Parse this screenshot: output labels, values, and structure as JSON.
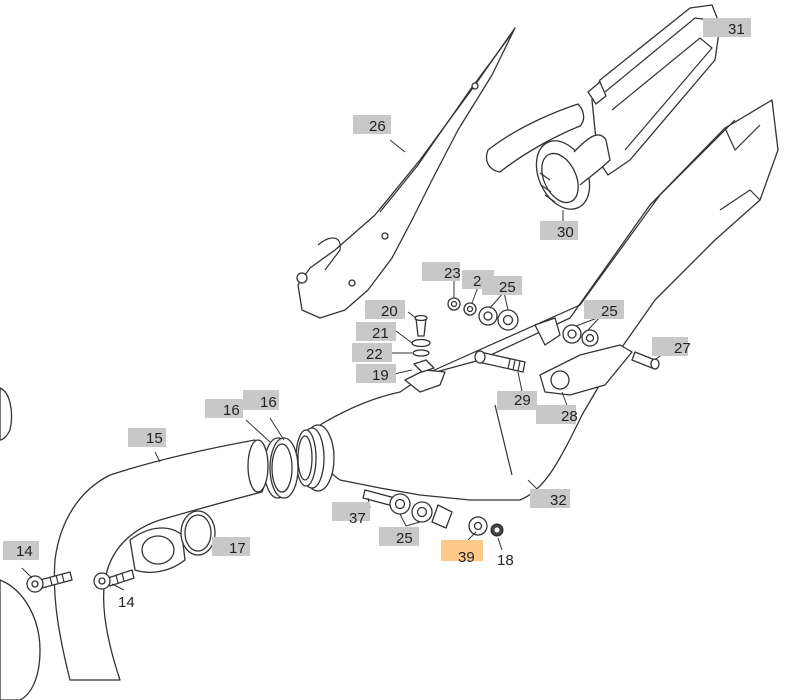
{
  "callouts": {
    "c14a": "14",
    "c14b": "14",
    "c15": "15",
    "c16a": "16",
    "c16b": "16",
    "c17": "17",
    "c18": "18",
    "c19": "19",
    "c20": "20",
    "c21": "21",
    "c22": "22",
    "c23": "23",
    "c24": "24",
    "c25a": "25",
    "c25b": "25",
    "c25c": "25",
    "c26": "26",
    "c27": "27",
    "c28": "28",
    "c29": "29",
    "c30": "30",
    "c31": "31",
    "c32": "32",
    "c37": "37",
    "c39": "39"
  },
  "highlighted_part": "39",
  "colors": {
    "label_bg": "#c8c8c8",
    "highlight_bg": "#ffc98a",
    "line": "#333333"
  }
}
